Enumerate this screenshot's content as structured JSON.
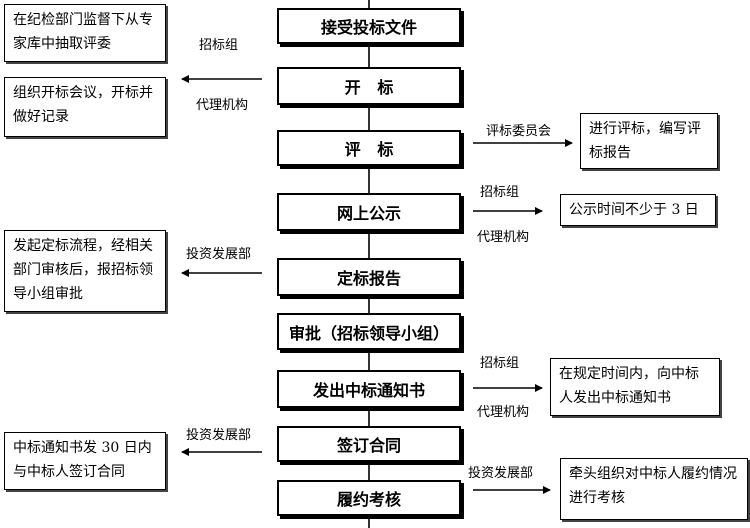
{
  "steps": [
    "接受投标文件",
    "开   标",
    "评   标",
    "网上公示",
    "定标报告",
    "审批（招标领导小组）",
    "发出中标通知书",
    "签订合同",
    "履约考核"
  ],
  "notes": {
    "expert": "在纪检部门监督下从专家库中抽取评委",
    "meeting": "组织开标会议，开标并做好记录",
    "evaluate": "进行评标，编写评标报告",
    "publicity": "公示时间不少于 3 日",
    "finalize": "发起定标流程，经相关部门审核后，报招标领导小组审批",
    "notify": "在规定时间内，向中标人发出中标通知书",
    "contract": "中标通知书发 30 日内与中标人签订合同",
    "assess": "牵头组织对中标人履约情况进行考核"
  },
  "labels": {
    "bidding_group": "招标组",
    "agency": "代理机构",
    "committee": "评标委员会",
    "investment_dept": "投资发展部"
  }
}
